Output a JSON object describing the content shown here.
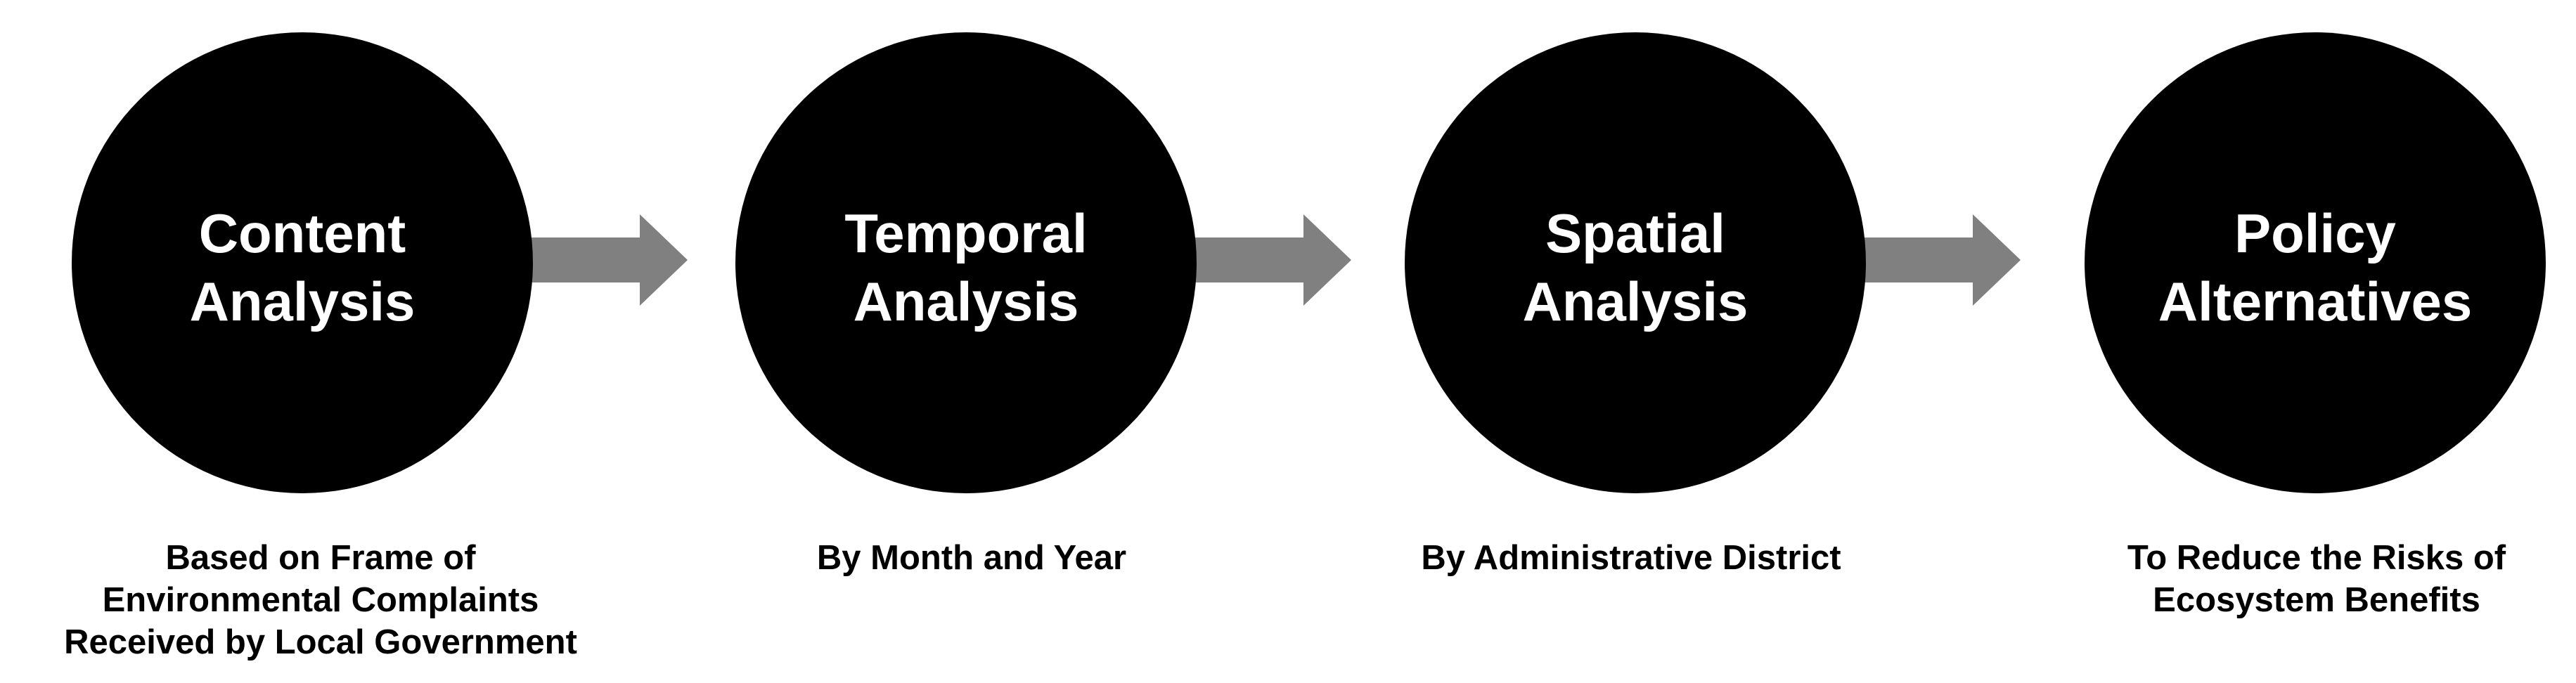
{
  "diagram": {
    "type": "process-flow",
    "steps": [
      {
        "id": "content-analysis",
        "title_lines": [
          "Content",
          "Analysis"
        ],
        "caption_lines": [
          "Based on Frame of",
          "Environmental Complaints",
          "Received by Local Government"
        ]
      },
      {
        "id": "temporal-analysis",
        "title_lines": [
          "Temporal",
          "Analysis"
        ],
        "caption_lines": [
          "By Month and Year"
        ]
      },
      {
        "id": "spatial-analysis",
        "title_lines": [
          "Spatial",
          "Analysis"
        ],
        "caption_lines": [
          "By Administrative District"
        ]
      },
      {
        "id": "policy-alternatives",
        "title_lines": [
          "Policy",
          "Alternatives"
        ],
        "caption_lines": [
          "To Reduce the Risks of",
          "Ecosystem Benefits"
        ]
      }
    ],
    "connectors": [
      {
        "from": "content-analysis",
        "to": "temporal-analysis",
        "type": "arrow-right"
      },
      {
        "from": "temporal-analysis",
        "to": "spatial-analysis",
        "type": "arrow-right"
      },
      {
        "from": "spatial-analysis",
        "to": "policy-alternatives",
        "type": "arrow-right"
      }
    ],
    "colors": {
      "background": "#ffffff",
      "circle": "#000000",
      "circle_text": "#ffffff",
      "arrow": "#808080",
      "caption_text": "#000000"
    }
  }
}
